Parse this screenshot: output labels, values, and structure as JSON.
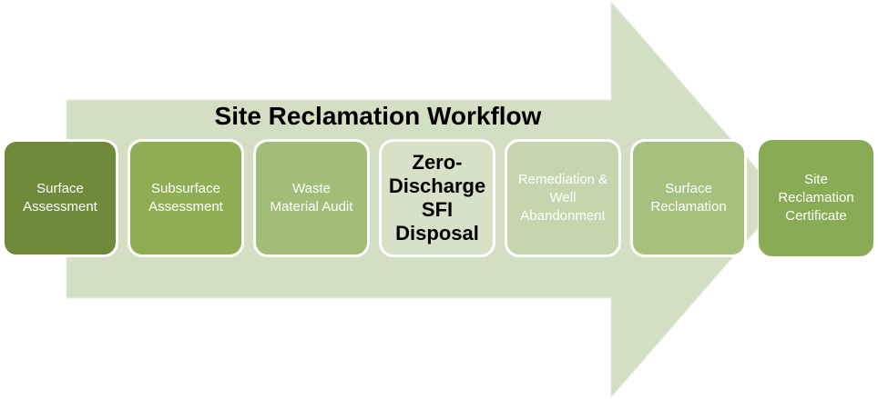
{
  "title": "Site Reclamation Workflow",
  "colors": {
    "arrow": "#d2dfc2",
    "arrow_edge": "#e7eede"
  },
  "steps": [
    {
      "label": "Surface\nAssessment",
      "color": "#6f8a3b",
      "highlight": false
    },
    {
      "label": "Subsurface\nAssessment",
      "color": "#8fae53",
      "highlight": false
    },
    {
      "label": "Waste\nMaterial Audit",
      "color": "#a2bd78",
      "highlight": false
    },
    {
      "label": "Zero-\nDischarge\nSFI\nDisposal",
      "color": "#d6e2c7",
      "highlight": true
    },
    {
      "label": "Remediation &\nWell\nAbandonment",
      "color": "#c3d6ae",
      "highlight": false
    },
    {
      "label": "Surface\nReclamation",
      "color": "#a6c07e",
      "highlight": false
    },
    {
      "label": "Site\nReclamation\nCertificate",
      "color": "#8aab56",
      "highlight": false
    }
  ]
}
